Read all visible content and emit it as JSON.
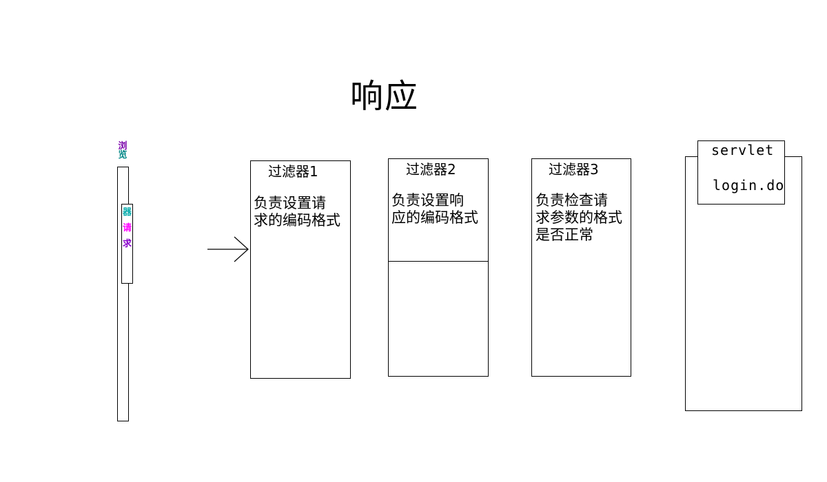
{
  "diagram": {
    "title": "响应",
    "filters": [
      {
        "name": "过滤器1",
        "desc": [
          "负责设置请",
          "求的编码格式"
        ]
      },
      {
        "name": "过滤器2",
        "desc": [
          "负责设置响",
          "应的编码格式"
        ]
      },
      {
        "name": "过滤器3",
        "desc": [
          "负责检查请",
          "求参数的格式",
          "是否正常"
        ]
      }
    ],
    "servlet": {
      "label": "servlet",
      "url": "login.do"
    },
    "client": {
      "label_fragments": [
        "浏",
        "览",
        "器",
        "请",
        "求"
      ]
    },
    "colors": {
      "line": "#000000",
      "background": "#ffffff",
      "glitch_1": "#ff00ff",
      "glitch_2": "#00cccc"
    }
  }
}
